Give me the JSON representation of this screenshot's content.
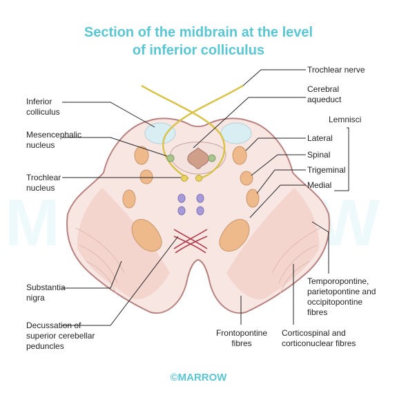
{
  "title": {
    "line1": "Section of the midbrain at the level",
    "line2": "of inferior colliculus"
  },
  "labels": {
    "trochlear_nerve": "Trochlear nerve",
    "cerebral_aqueduct": [
      "Cerebral",
      "aqueduct"
    ],
    "lemnisci": "Lemnisci",
    "lateral": "Lateral",
    "spinal": "Spinal",
    "trigeminal": "Trigeminal",
    "medial": "Medial",
    "inferior_colliculus": [
      "Inferior",
      "colliculus"
    ],
    "mesencephalic_nucleus": [
      "Mesencephalic",
      "nucleus"
    ],
    "trochlear_nucleus": [
      "Trochlear",
      "nucleus"
    ],
    "substantia_nigra": [
      "Substantia",
      "nigra"
    ],
    "decussation": [
      "Decussation of",
      "superior cerebellar",
      "peduncles"
    ],
    "frontopontine": [
      "Frontopontine",
      "fibres"
    ],
    "corticospinal": [
      "Corticospinal and",
      "corticonuclear fibres"
    ],
    "temporopontine": [
      "Temporopontine,",
      "parietopontine and",
      "occipitopontine",
      "fibres"
    ]
  },
  "watermark": "MARROW",
  "brand": "©MARROW",
  "colors": {
    "title": "#5bc6d3",
    "section_fill": "#f8e6e2",
    "section_outline": "#b7817f",
    "nuclei": "#eeba8c",
    "colliculus": "#d8eef3",
    "nerve": "#d8c24a",
    "decussation": "#b03a4a",
    "trochlear_nucleus": "#e9d360",
    "mesencephalic_nucleus": "#a9c58e",
    "raphe_dots": "#a79ad8"
  }
}
